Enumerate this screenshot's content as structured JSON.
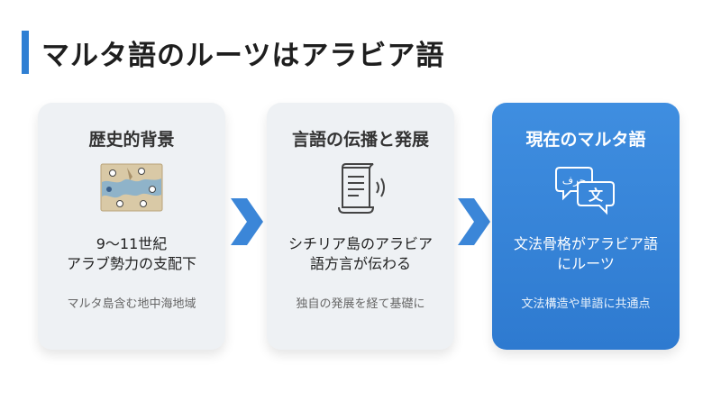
{
  "title": "マルタ語のルーツはアラビア語",
  "colors": {
    "accent": "#2f7fd3",
    "card_light": "#eef1f4",
    "card_highlight": "#3a87da"
  },
  "cards": [
    {
      "title": "歴史的背景",
      "icon": "mediterranean-map-icon",
      "main_line1": "9〜11世紀",
      "main_line2": "アラブ勢力の支配下",
      "sub": "マルタ島含む地中海地域"
    },
    {
      "title": "言語の伝播と発展",
      "icon": "scroll-speaking-icon",
      "main_line1": "シチリア島のアラビア",
      "main_line2": "語方言が伝わる",
      "sub": "独自の発展を経て基礎に"
    },
    {
      "title": "現在のマルタ語",
      "icon": "translation-bubbles-icon",
      "main_line1": "文法骨格がアラビア語",
      "main_line2": "にルーツ",
      "sub": "文法構造や単語に共通点"
    }
  ],
  "arrows": [
    "chevron-right-icon",
    "chevron-right-icon"
  ],
  "translation_icon_glyphs": {
    "arabic": "حرف",
    "kanji": "文"
  }
}
